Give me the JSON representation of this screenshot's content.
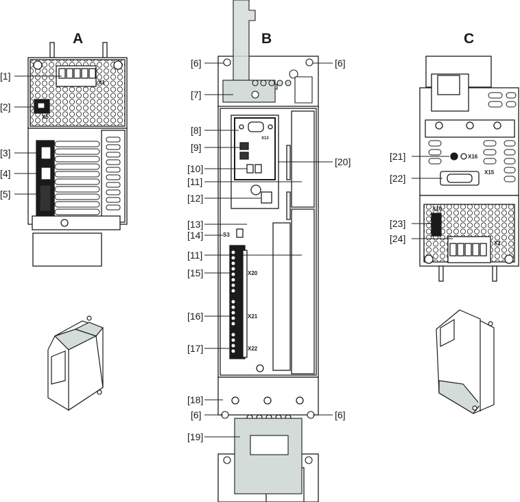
{
  "views": [
    {
      "id": "A",
      "title": "A"
    },
    {
      "id": "B",
      "title": "B"
    },
    {
      "id": "C",
      "title": "C"
    }
  ],
  "callouts": {
    "c1": "[1]",
    "c2": "[2]",
    "c3": "[3]",
    "c4": "[4]",
    "c5": "[5]",
    "c6a": "[6]",
    "c6b": "[6]",
    "c6c": "[6]",
    "c6d": "[6]",
    "c7": "[7]",
    "c8": "[8]",
    "c9": "[9]",
    "c10": "[10]",
    "c11a": "[11]",
    "c11b": "[11]",
    "c12": "[12]",
    "c13": "[13]",
    "c14": "[14]",
    "c15": "[15]",
    "c16": "[16]",
    "c17": "[17]",
    "c18": "[18]",
    "c19": "[19]",
    "c20": "[20]",
    "c21": "[21]",
    "c22": "[22]",
    "c23": "[23]",
    "c24": "[24]"
  },
  "connectors": {
    "x1": "X1",
    "x5": "X5",
    "x13": "X13",
    "s3": "S3",
    "x20": "X20",
    "x21": "X21",
    "x22": "X22",
    "x16": "X16",
    "x15": "X15",
    "x10": "X10",
    "x2": "X2"
  },
  "colors": {
    "line": "#1a1a1a",
    "fill": "#ffffff",
    "accent": "#d3dcd8"
  }
}
